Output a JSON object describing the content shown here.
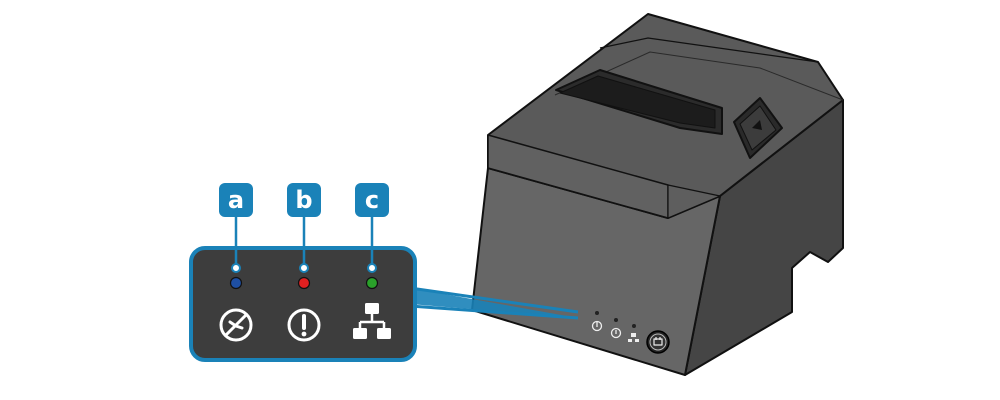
{
  "callouts": [
    {
      "letter": "a",
      "led_color": "#1e4fa3",
      "icon": "power-icon"
    },
    {
      "letter": "b",
      "led_color": "#e02020",
      "icon": "error-exclamation-icon"
    },
    {
      "letter": "c",
      "led_color": "#2aa12a",
      "icon": "network-icon"
    }
  ],
  "colors": {
    "accent": "#1a82b8",
    "panel": "#3d3d3d",
    "printer_body": "#5b5b5b"
  },
  "feed_button_icon": "paper-feed-icon"
}
